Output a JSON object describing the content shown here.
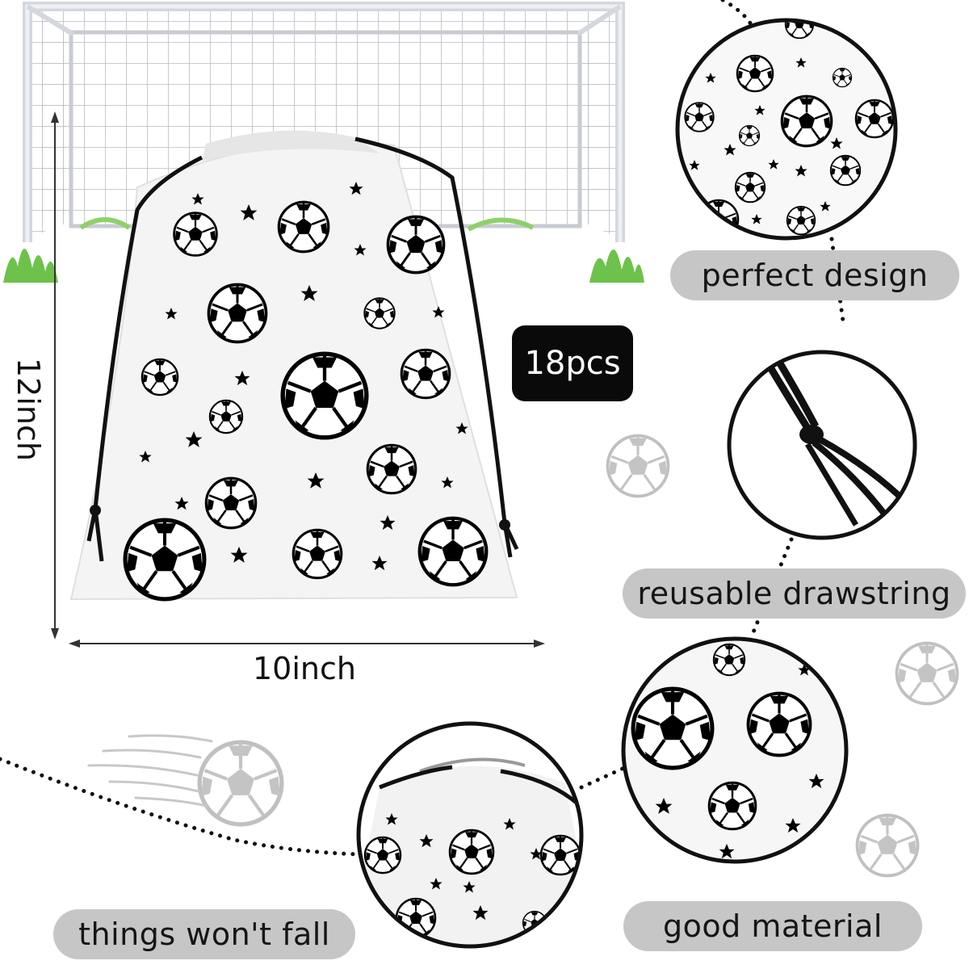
{
  "badge": {
    "quantity": "18pcs"
  },
  "dimensions": {
    "height": "12inch",
    "width": "10inch"
  },
  "features": {
    "design": "perfect design",
    "drawstring": "reusable drawstring",
    "material": "good material",
    "secure": "things won't fall"
  },
  "colors": {
    "pill": "#c6c6c6",
    "badge": "#0a0a0a",
    "grass": "#6cc24a",
    "ball_faded": "#c9c9c9"
  },
  "icons": [
    "soccer-ball-icon",
    "star-icon",
    "goal-net-icon",
    "drawstring-bag-icon"
  ]
}
